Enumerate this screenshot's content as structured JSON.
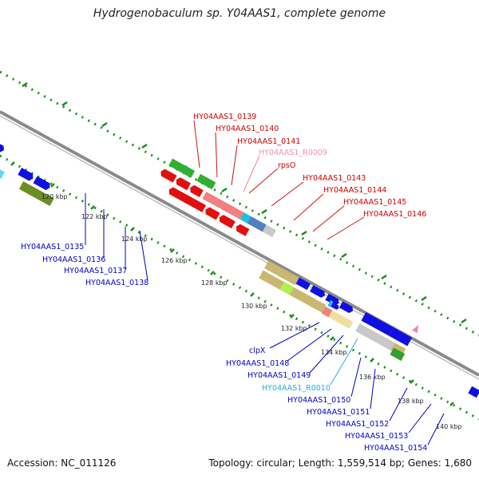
{
  "header": {
    "title": "Hydrogenobaculum sp. Y04AAS1, complete genome"
  },
  "footer": {
    "accession": "Accession: NC_011126",
    "summary": "Topology: circular; Length: 1,559,514 bp; Genes: 1,680"
  },
  "colors": {
    "cds_forward": "#1010e0",
    "cds_reverse": "#e01010",
    "rrna_pink": "#f08080",
    "trna_cyan": "#20c0e0",
    "steel": "#5080c0",
    "olive": "#6b8e23",
    "khaki": "#c8b870",
    "green": "#30b030",
    "gray": "#c8c8c8",
    "backbone": "#808080",
    "tick_green": "#1a8a1a"
  },
  "tick_labels": [
    "120 kbp",
    "122 kbp",
    "124 kbp",
    "126 kbp",
    "128 kbp",
    "130 kbp",
    "132 kbp",
    "134 kbp",
    "136 kbp",
    "138 kbp",
    "140 kbp"
  ],
  "labels": {
    "blue_left": [
      "HY04AAS1_0135",
      "HY04AAS1_0136",
      "HY04AAS1_0137",
      "HY04AAS1_0138"
    ],
    "red_top": [
      "HY04AAS1_0139",
      "HY04AAS1_0140",
      "HY04AAS1_0141"
    ],
    "pink_top": "HY04AAS1_R0009",
    "red_rps": "rpsO",
    "red_right": [
      "HY04AAS1_0143",
      "HY04AAS1_0144",
      "HY04AAS1_0145",
      "HY04AAS1_0146"
    ],
    "blue_clpx": "clpX",
    "blue_mid": [
      "HY04AAS1_0148",
      "HY04AAS1_0149"
    ],
    "cyan_mid": "HY04AAS1_R0010",
    "blue_bottom": [
      "HY04AAS1_0150",
      "HY04AAS1_0151",
      "HY04AAS1_0152",
      "HY04AAS1_0153",
      "HY04AAS1_0154"
    ]
  }
}
